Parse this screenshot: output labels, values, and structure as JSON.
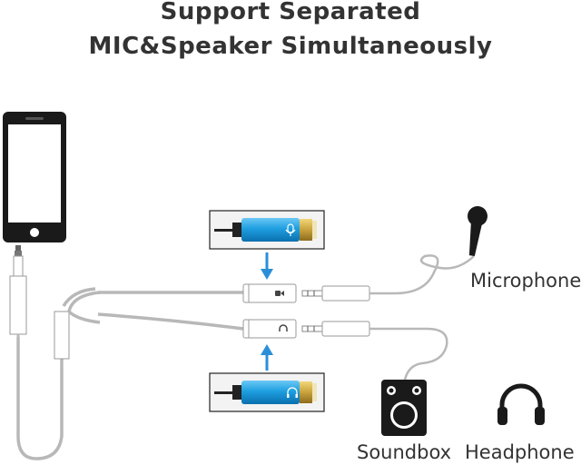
{
  "title": {
    "line1": "Support Separated",
    "line2": "MIC&Speaker Simultaneously"
  },
  "labels": {
    "microphone": "Microphone",
    "soundbox": "Soundbox",
    "headphone": "Headphone"
  },
  "icons": {
    "phone": "smartphone-icon",
    "mic": "microphone-icon",
    "speaker": "soundbox-icon",
    "headphone": "headphone-icon",
    "mic_jack_symbol": "mic-symbol-icon",
    "headphone_jack_symbol": "headphone-symbol-icon",
    "arrows": "arrow-down-icon, arrow-up-icon"
  },
  "colors": {
    "text": "#333333",
    "cable": "#b8b8b8",
    "device": "#1a1a1a",
    "connector_blue": "#1e9fe0",
    "connector_gold": "#c8a23c",
    "arrow_blue": "#2a8fd8"
  }
}
